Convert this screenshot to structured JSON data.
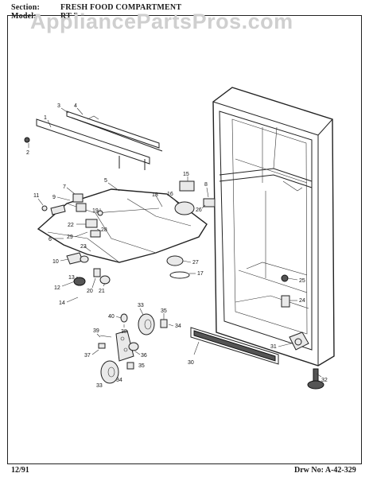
{
  "header": {
    "section_label": "Section:",
    "section_value": "FRESH FOOD COMPARTMENT",
    "model_label": "Model:",
    "model_value": "RT 7"
  },
  "watermark": "AppliancePartsPros.com",
  "footer": {
    "date": "12/91",
    "drawing_label": "Drw No: A-42-329"
  },
  "callouts": [
    "1",
    "2",
    "3",
    "4",
    "5",
    "6",
    "7",
    "8",
    "9",
    "10",
    "11",
    "12",
    "13",
    "14",
    "15",
    "16",
    "17",
    "18",
    "19",
    "20",
    "21",
    "22",
    "23",
    "24",
    "25",
    "26",
    "27",
    "28",
    "29",
    "30",
    "31",
    "32",
    "33",
    "34",
    "35",
    "36",
    "37",
    "38",
    "39",
    "40"
  ]
}
